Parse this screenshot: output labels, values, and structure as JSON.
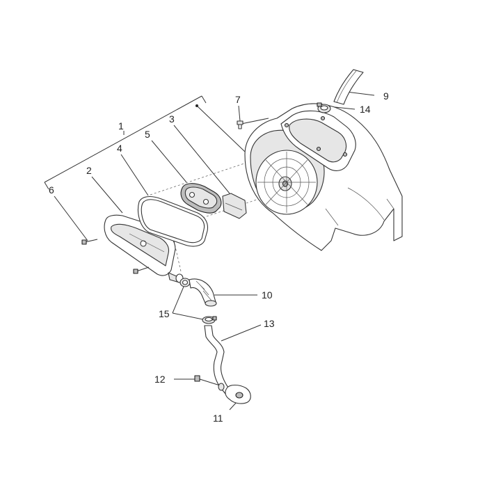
{
  "callouts": [
    {
      "id": "p1",
      "text": "1"
    },
    {
      "id": "p2",
      "text": "2"
    },
    {
      "id": "p3",
      "text": "3"
    },
    {
      "id": "p4",
      "text": "4"
    },
    {
      "id": "p5",
      "text": "5"
    },
    {
      "id": "p6",
      "text": "6"
    },
    {
      "id": "p7",
      "text": "7"
    },
    {
      "id": "p9",
      "text": "9"
    },
    {
      "id": "p10",
      "text": "10"
    },
    {
      "id": "p11",
      "text": "11"
    },
    {
      "id": "p12",
      "text": "12"
    },
    {
      "id": "p13",
      "text": "13"
    },
    {
      "id": "p14",
      "text": "14"
    },
    {
      "id": "p15",
      "text": "15"
    }
  ]
}
